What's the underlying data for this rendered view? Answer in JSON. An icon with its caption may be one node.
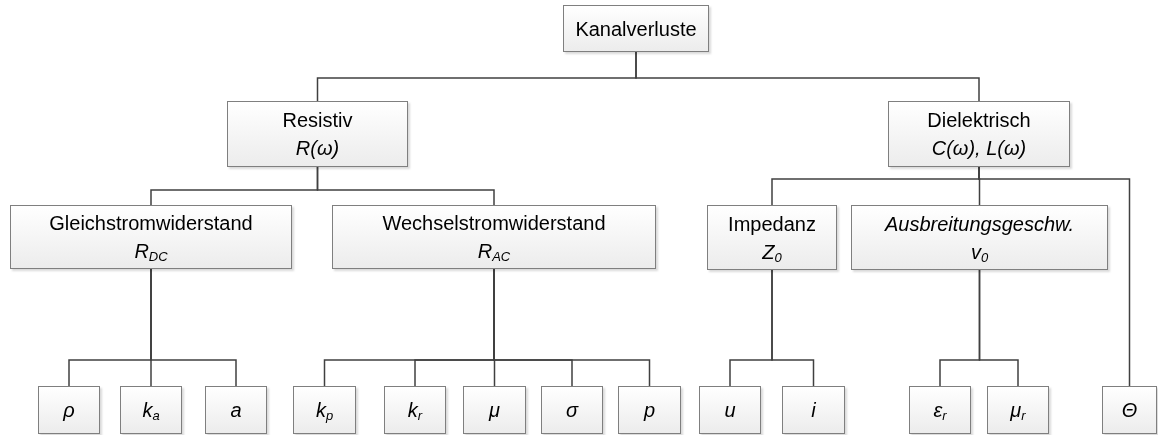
{
  "diagram": {
    "nodes": [
      {
        "text": [
          "Kanalverluste"
        ]
      },
      {
        "text": [
          "Resistiv",
          "R(ω)"
        ]
      },
      {
        "text": [
          "Dielektrisch",
          "C(ω), L(ω)"
        ]
      },
      {
        "text": [
          "Gleichstromwiderstand",
          "R$_{DC}$"
        ]
      },
      {
        "text": [
          "Wechselstromwiderstand",
          "R$_{AC}$"
        ]
      },
      {
        "text": [
          "Impedanz",
          "Z$_{0}$"
        ]
      },
      {
        "text": [
          "Ausbreitungsgeschw.",
          "v$_{0}$"
        ]
      },
      {
        "text": [
          "ρ"
        ]
      },
      {
        "text": [
          "k$_{a}$"
        ]
      },
      {
        "text": [
          "a"
        ]
      },
      {
        "text": [
          "k$_{p}$"
        ]
      },
      {
        "text": [
          "k$_{r}$"
        ]
      },
      {
        "text": [
          "μ"
        ]
      },
      {
        "text": [
          "σ"
        ]
      },
      {
        "text": [
          "p"
        ]
      },
      {
        "text": [
          "u"
        ]
      },
      {
        "text": [
          "i"
        ]
      },
      {
        "text": [
          "ε$_{r}$"
        ]
      },
      {
        "text": [
          "μ$_{r}$"
        ]
      },
      {
        "text": [
          "Θ"
        ]
      }
    ],
    "edges": [
      {
        "from": 0,
        "to": 1,
        "arrow": "none"
      },
      {
        "from": 0,
        "to": 2,
        "arrow": "none"
      },
      {
        "from": 1,
        "to": 3,
        "arrow": "none"
      },
      {
        "from": 1,
        "to": 4,
        "arrow": "none"
      },
      {
        "from": 2,
        "to": 5,
        "arrow": "none"
      },
      {
        "from": 2,
        "to": 6,
        "arrow": "none"
      },
      {
        "from": 2,
        "to": 19,
        "arrow": "none"
      },
      {
        "from": 3,
        "to": 7,
        "arrow": "none"
      },
      {
        "from": 3,
        "to": 8,
        "arrow": "none"
      },
      {
        "from": 3,
        "to": 9,
        "arrow": "none"
      },
      {
        "from": 4,
        "to": 10,
        "arrow": "none"
      },
      {
        "from": 4,
        "to": 11,
        "arrow": "none"
      },
      {
        "from": 4,
        "to": 12,
        "arrow": "none"
      },
      {
        "from": 4,
        "to": 13,
        "arrow": "none"
      },
      {
        "from": 4,
        "to": 14,
        "arrow": "none"
      },
      {
        "from": 5,
        "to": 15,
        "arrow": "none"
      },
      {
        "from": 5,
        "to": 16,
        "arrow": "none"
      },
      {
        "from": 6,
        "to": 17,
        "arrow": "none"
      },
      {
        "from": 6,
        "to": 18,
        "arrow": "none"
      }
    ]
  }
}
